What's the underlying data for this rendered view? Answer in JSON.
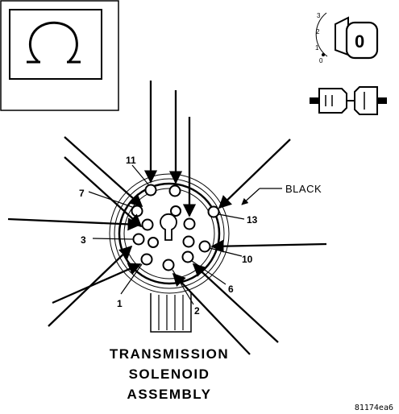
{
  "symbols": {
    "omega_icon": "ohm-meter-icon",
    "key_icon": "ignition-key-icon",
    "connector_icon": "connector-disconnect-icon"
  },
  "key_positions": [
    "3",
    "2",
    "1",
    "0"
  ],
  "key_glyph": "0",
  "connector_color_label": "BLACK",
  "pin_labels": {
    "p11": "11",
    "p7": "7",
    "p3": "3",
    "p1": "1",
    "p2": "2",
    "p6": "6",
    "p10": "10",
    "p13": "13"
  },
  "title_lines": [
    "TRANSMISSION",
    "SOLENOID",
    "ASSEMBLY"
  ],
  "figure_id": "81174ea6"
}
